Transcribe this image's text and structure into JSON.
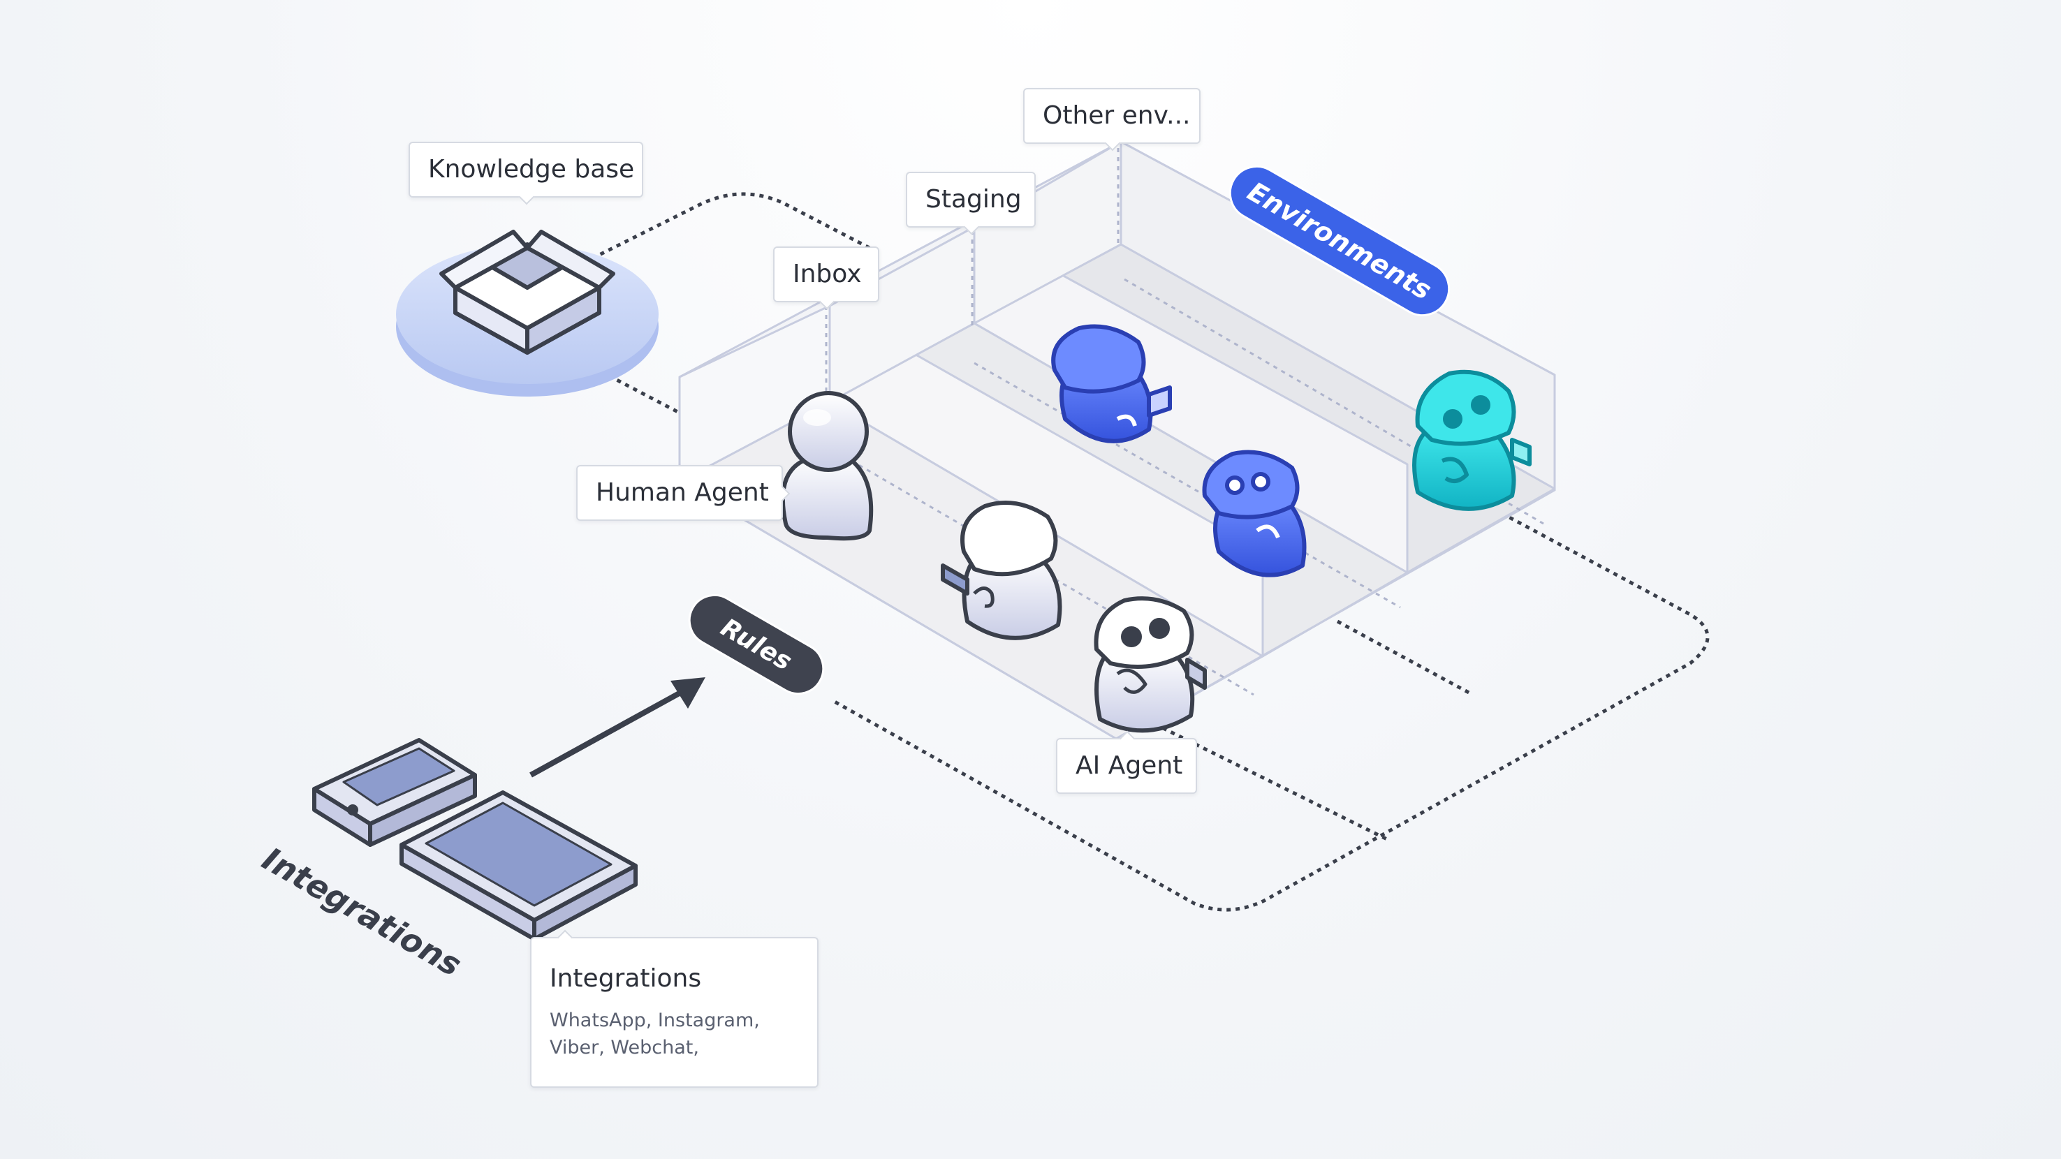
{
  "labels": {
    "knowledge_base": "Knowledge base",
    "other_env": "Other env...",
    "staging": "Staging",
    "inbox": "Inbox",
    "human_agent": "Human Agent",
    "ai_agent": "AI Agent",
    "environments": "Environments",
    "rules": "Rules",
    "integrations_side": "Integrations"
  },
  "integrations_card": {
    "title": "Integrations",
    "description": "WhatsApp, Instagram, Viber, Webchat,"
  },
  "colors": {
    "accent_blue": "#3b63e8",
    "blue_robot": "#4a6cf0",
    "teal_robot": "#1cc6cf",
    "dark": "#3a3f4b",
    "lavender_device": "#8d9ccd",
    "knowledge_disc": "#c8d6f7",
    "outline": "#2f3441"
  },
  "icons": [
    "box-icon",
    "human-agent-icon",
    "robot-icon",
    "phone-icon",
    "tablet-icon",
    "arrow-icon"
  ]
}
